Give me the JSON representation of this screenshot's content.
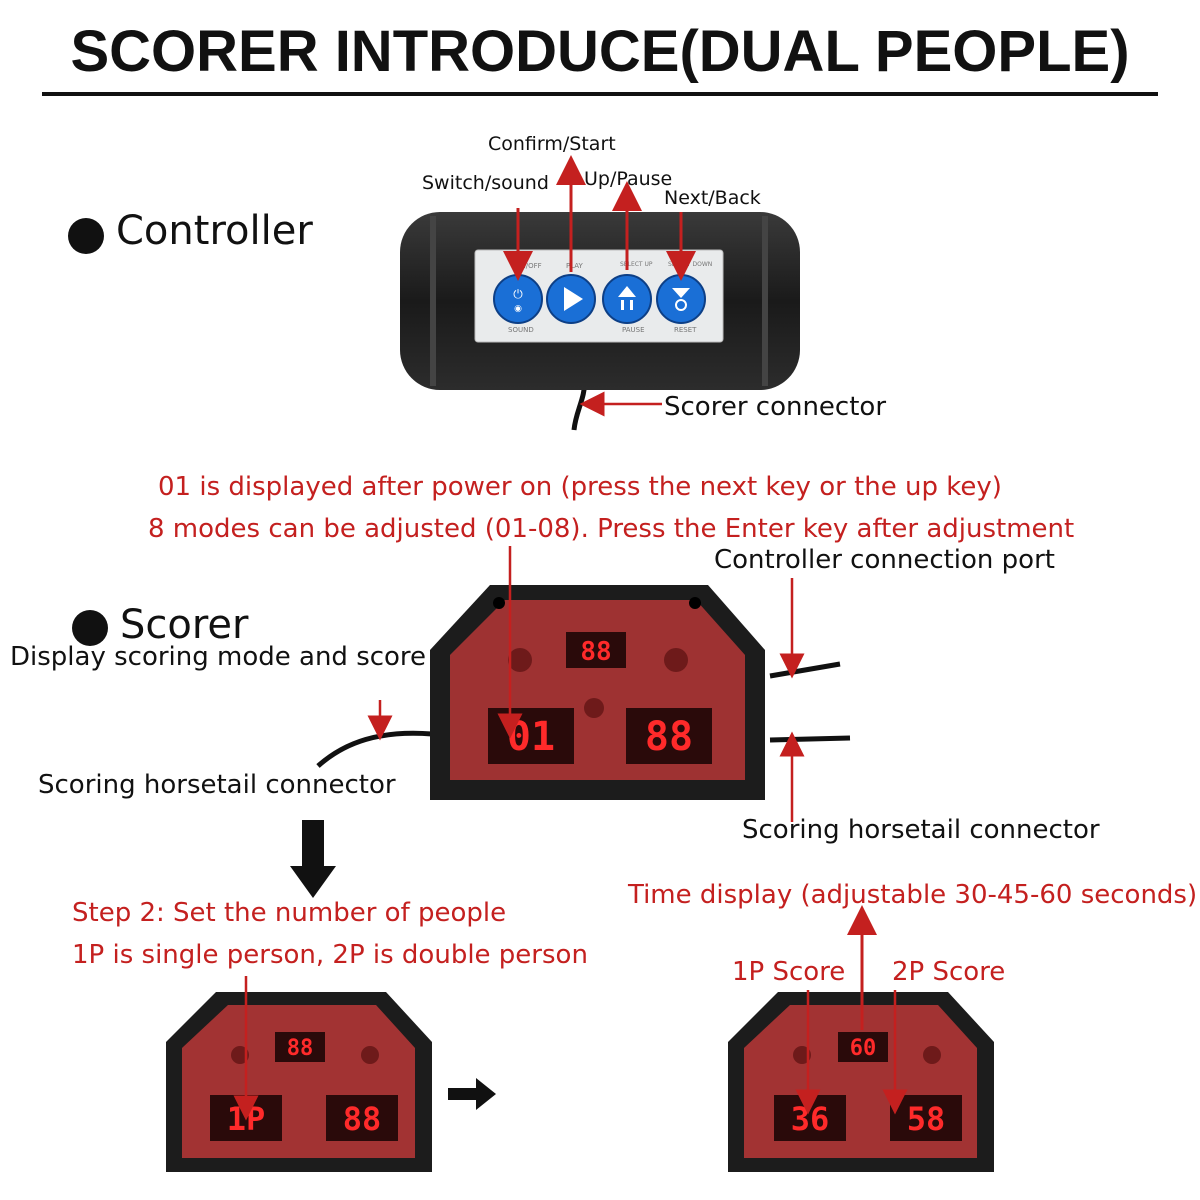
{
  "page": {
    "title": "SCORER INTRODUCE(DUAL PEOPLE)"
  },
  "controller": {
    "heading": "Controller",
    "labels": {
      "confirm_start": "Confirm/Start",
      "switch_sound": "Switch/sound",
      "up_pause": "Up/Pause",
      "next_back": "Next/Back",
      "scorer_connector": "Scorer connector"
    },
    "panel_text": {
      "on_off": "ON/OFF",
      "play": "PLAY",
      "select_up": "SELECT UP",
      "select_down": "SELECT DOWN",
      "sound": "SOUND",
      "pause": "PAUSE",
      "reset": "RESET"
    },
    "button_color": "#1a6fd6"
  },
  "scorer": {
    "heading": "Scorer",
    "notes": [
      "01 is displayed after power on (press the next key or the up key)",
      "8 modes can be adjusted (01-08). Press the Enter key after adjustment"
    ],
    "labels": {
      "controller_port": "Controller connection port",
      "display_mode": "Display scoring mode and score",
      "horsetail_left": "Scoring horsetail connector",
      "horsetail_right": "Scoring horsetail connector"
    },
    "displays": {
      "top": "88",
      "left": "01",
      "right": "88"
    }
  },
  "step2": {
    "lines": [
      "Step 2: Set the number of people",
      "1P is single person, 2P is double person"
    ],
    "displays": {
      "top": "88",
      "left": "1P",
      "right": "88"
    }
  },
  "result": {
    "time_label": "Time display (adjustable 30-45-60 seconds)",
    "p1_label": "1P Score",
    "p2_label": "2P Score",
    "displays": {
      "top": "60",
      "left": "36",
      "right": "58"
    }
  },
  "colors": {
    "annotation_red": "#c4201f",
    "led_red": "#ff2a2a",
    "housing": "#1c1c1c"
  }
}
